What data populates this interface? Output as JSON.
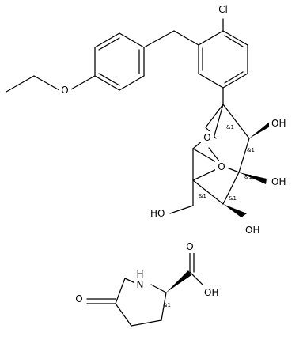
{
  "molecules": [
    {
      "atoms": [
        {
          "id": "cl",
          "label": "Cl"
        },
        {
          "id": "o_ethoxy",
          "label": "O"
        },
        {
          "id": "o_ring",
          "label": "O"
        },
        {
          "id": "o_bridge",
          "label": "O"
        },
        {
          "id": "oh_1",
          "label": "OH"
        },
        {
          "id": "oh_2",
          "label": "OH"
        },
        {
          "id": "oh_3",
          "label": "OH"
        },
        {
          "id": "ho_ch2",
          "label": "HO"
        }
      ],
      "stereo_labels": [
        "&1",
        "&1",
        "&1",
        "&1",
        "&1"
      ]
    },
    {
      "atoms": [
        {
          "id": "nh",
          "label": "H"
        },
        {
          "id": "n",
          "label": "N"
        },
        {
          "id": "o_carbonyl_acid",
          "label": "O"
        },
        {
          "id": "oh_acid",
          "label": "OH"
        },
        {
          "id": "o_lactam",
          "label": "O"
        }
      ],
      "stereo_labels": [
        "&1"
      ]
    }
  ]
}
